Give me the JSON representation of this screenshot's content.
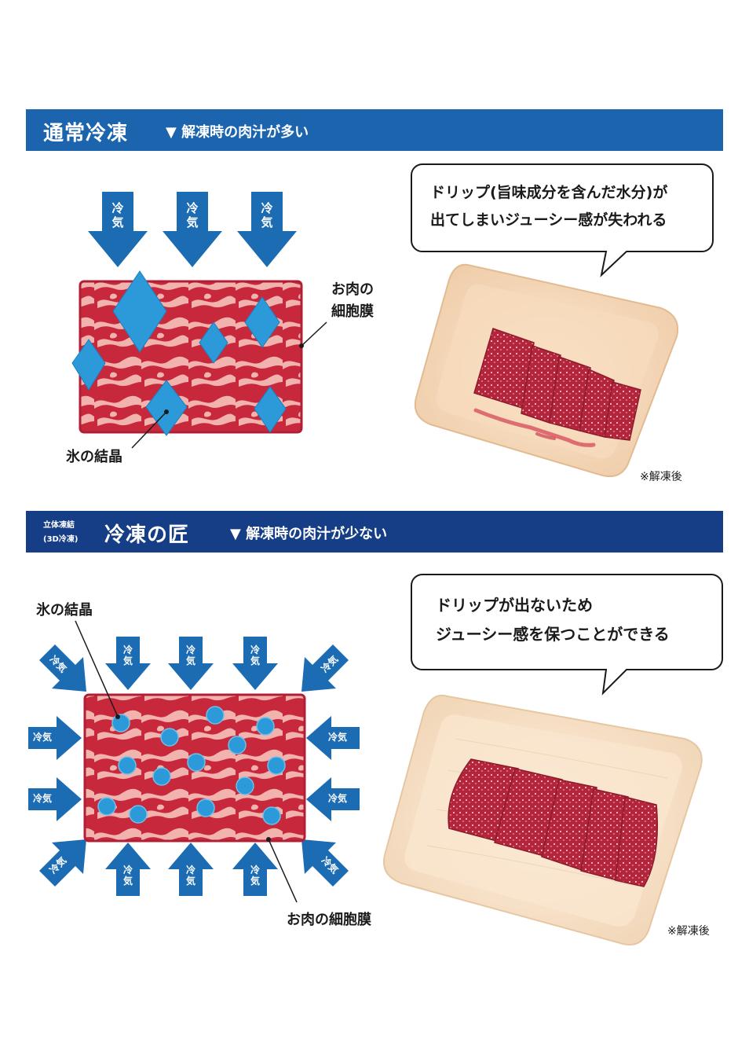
{
  "section1": {
    "title": "通常冷凍",
    "subtitle": "▼ 解凍時の肉汁が多い",
    "arrow_label": "冷気",
    "membrane_label_line1": "お肉の",
    "membrane_label_line2": "細胞膜",
    "crystal_label": "氷の結晶",
    "bubble_line1": "ドリップ(旨味成分を含んだ水分)が",
    "bubble_line2": "出てしまいジューシー感が失われる",
    "photo_note": "※解凍後"
  },
  "section2": {
    "tag_line1": "立体凍結",
    "tag_line2": "(3D冷凍)",
    "title": "冷凍の匠",
    "subtitle": "▼ 解凍時の肉汁が少ない",
    "arrow_label": "冷気",
    "crystal_label": "氷の結晶",
    "membrane_label": "お肉の細胞膜",
    "bubble_line1": "ドリップが出ないため",
    "bubble_line2": "ジューシー感を保つことができる",
    "photo_note": "※解凍後"
  },
  "colors": {
    "banner_normal": "#1c65ae",
    "banner_takumi": "#163e86",
    "arrow_blue": "#1c6cb4",
    "meat_red": "#c8283c",
    "ice_blue": "#2c9ad8"
  }
}
